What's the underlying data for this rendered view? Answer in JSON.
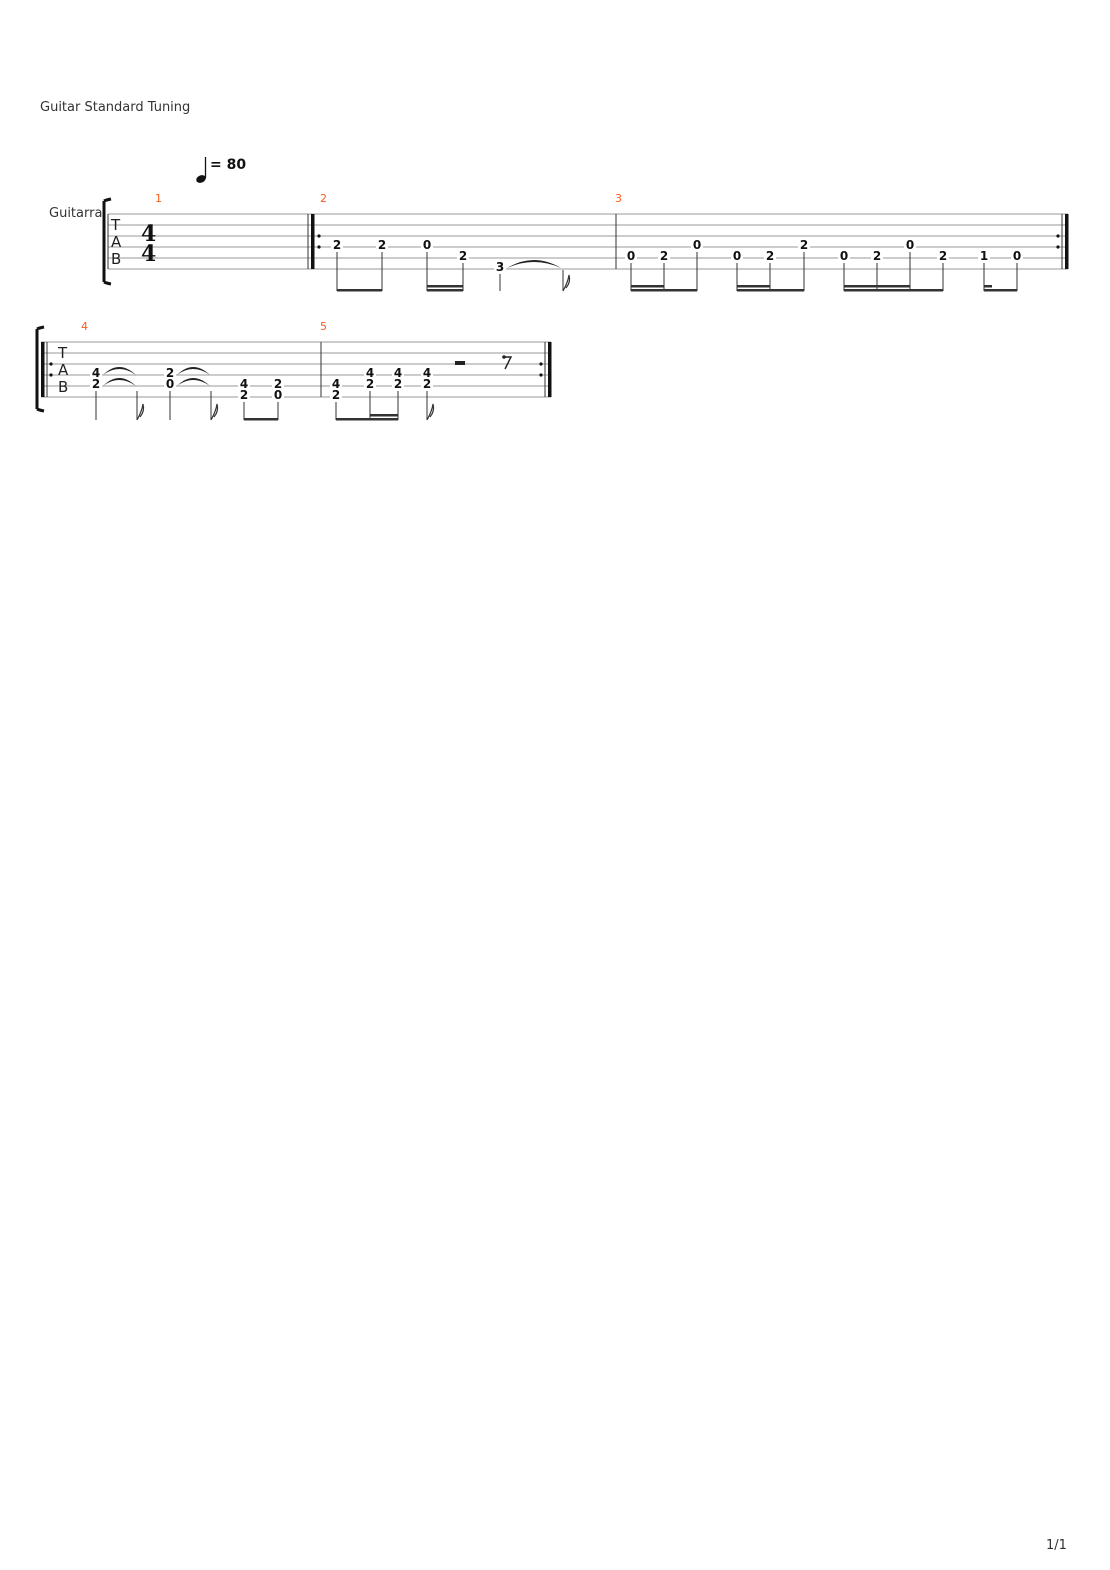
{
  "header": {
    "tuning": "Guitar Standard Tuning"
  },
  "tempo": {
    "bpm_text": "= 80"
  },
  "track": {
    "name": "Guitarra",
    "tab_letters": [
      "T",
      "A",
      "B"
    ]
  },
  "time_signature": {
    "top": "4",
    "bottom": "4"
  },
  "measures": [
    {
      "number": "1",
      "notes": []
    },
    {
      "number": "2",
      "notes": [
        {
          "fret": "2",
          "string": 3
        },
        {
          "fret": "2",
          "string": 3
        },
        {
          "fret": "0",
          "string": 3
        },
        {
          "fret": "2",
          "string": 4
        },
        {
          "fret": "3",
          "string": 5
        }
      ]
    },
    {
      "number": "3",
      "notes": [
        {
          "fret": "0",
          "string": 4
        },
        {
          "fret": "2",
          "string": 4
        },
        {
          "fret": "0",
          "string": 3
        },
        {
          "fret": "0",
          "string": 4
        },
        {
          "fret": "2",
          "string": 4
        },
        {
          "fret": "2",
          "string": 3
        },
        {
          "fret": "0",
          "string": 4
        },
        {
          "fret": "2",
          "string": 4
        },
        {
          "fret": "0",
          "string": 3
        },
        {
          "fret": "2",
          "string": 4
        },
        {
          "fret": "1",
          "string": 4
        },
        {
          "fret": "0",
          "string": 4
        }
      ]
    },
    {
      "number": "4",
      "notes": [
        {
          "frets": [
            "4",
            "2"
          ]
        },
        {
          "frets": [
            "2",
            "0"
          ]
        },
        {
          "frets": [
            "4",
            "2"
          ]
        },
        {
          "frets": [
            "2",
            "0"
          ]
        }
      ]
    },
    {
      "number": "5",
      "notes": [
        {
          "frets": [
            "4",
            "2"
          ]
        },
        {
          "frets": [
            "4",
            "2"
          ]
        },
        {
          "frets": [
            "4",
            "2"
          ]
        },
        {
          "frets": [
            "4",
            "2"
          ]
        }
      ]
    }
  ],
  "footer": {
    "page_number": "1/1"
  }
}
